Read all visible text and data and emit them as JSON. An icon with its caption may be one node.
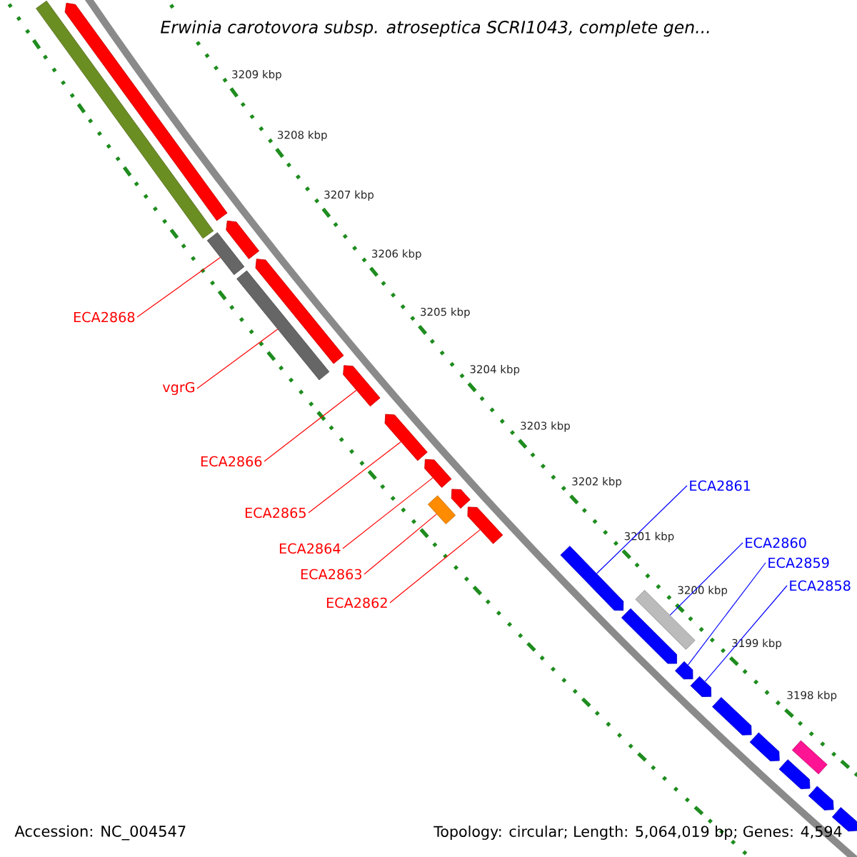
{
  "diagram": {
    "title": "Erwinia carotovora subsp. atroseptica SCRI1043, complete gen...",
    "nodes": [
      {
        "text": [],
        "shape": "bar"
      },
      {
        "text": [],
        "shape": "bar"
      },
      {
        "text": [],
        "shape": "bar"
      },
      {
        "text": [],
        "shape": "bar"
      },
      {
        "text": [],
        "shape": "arrow"
      },
      {
        "text": [],
        "shape": "arrow"
      },
      {
        "text": [],
        "shape": "arrow"
      },
      {
        "text": [],
        "shape": "arrow"
      },
      {
        "text": [],
        "shape": "arrow"
      },
      {
        "text": [],
        "shape": "arrow"
      },
      {
        "text": [],
        "shape": "arrow"
      },
      {
        "text": [],
        "shape": "arrow"
      },
      {
        "text": [],
        "shape": "bar"
      },
      {
        "text": [],
        "shape": "bar"
      },
      {
        "text": [],
        "shape": "arrow"
      },
      {
        "text": [],
        "shape": "arrow"
      },
      {
        "text": [],
        "shape": "arrow"
      },
      {
        "text": [],
        "shape": "arrow"
      },
      {
        "text": [],
        "shape": "arrow"
      },
      {
        "text": [],
        "shape": "arrow"
      },
      {
        "text": [],
        "shape": "arrow"
      },
      {
        "text": [],
        "shape": "arrow"
      },
      {
        "text": [],
        "shape": "arrow"
      },
      {
        "text": [
          "ECA2868"
        ]
      },
      {
        "text": [
          "vgrG"
        ]
      },
      {
        "text": [
          "ECA2866"
        ]
      },
      {
        "text": [
          "ECA2865"
        ]
      },
      {
        "text": [
          "ECA2864"
        ]
      },
      {
        "text": [
          "ECA2863"
        ]
      },
      {
        "text": [
          "ECA2862"
        ]
      },
      {
        "text": [
          "ECA2861"
        ]
      },
      {
        "text": [
          "ECA2860"
        ]
      },
      {
        "text": [
          "ECA2859"
        ]
      },
      {
        "text": [
          "ECA2858"
        ]
      }
    ],
    "edges": [
      {
        "from": 23,
        "to": 1,
        "arrow": "none"
      },
      {
        "from": 24,
        "to": 2,
        "arrow": "none"
      },
      {
        "from": 25,
        "to": 7,
        "arrow": "none"
      },
      {
        "from": 26,
        "to": 8,
        "arrow": "none"
      },
      {
        "from": 27,
        "to": 9,
        "arrow": "none"
      },
      {
        "from": 28,
        "to": 3,
        "arrow": "none"
      },
      {
        "from": 29,
        "to": 11,
        "arrow": "none"
      },
      {
        "from": 30,
        "to": 14,
        "arrow": "none",
        "color": "#0000ff"
      },
      {
        "from": 31,
        "to": 12,
        "arrow": "none",
        "color": "#0000ff"
      },
      {
        "from": 32,
        "to": 16,
        "arrow": "none",
        "color": "#0000ff"
      },
      {
        "from": 33,
        "to": 17,
        "arrow": "none",
        "color": "#0000ff"
      }
    ],
    "labels": [
      "3209 kbp",
      "3208 kbp",
      "3207 kbp",
      "3206 kbp",
      "3205 kbp",
      "3204 kbp",
      "3203 kbp",
      "3202 kbp",
      "3201 kbp",
      "3200 kbp",
      "3199 kbp",
      "3198 kbp",
      "Accession: NC_004547",
      "Topology: circular; Length: 5,064,019 bp; Genes: 4,594"
    ]
  }
}
